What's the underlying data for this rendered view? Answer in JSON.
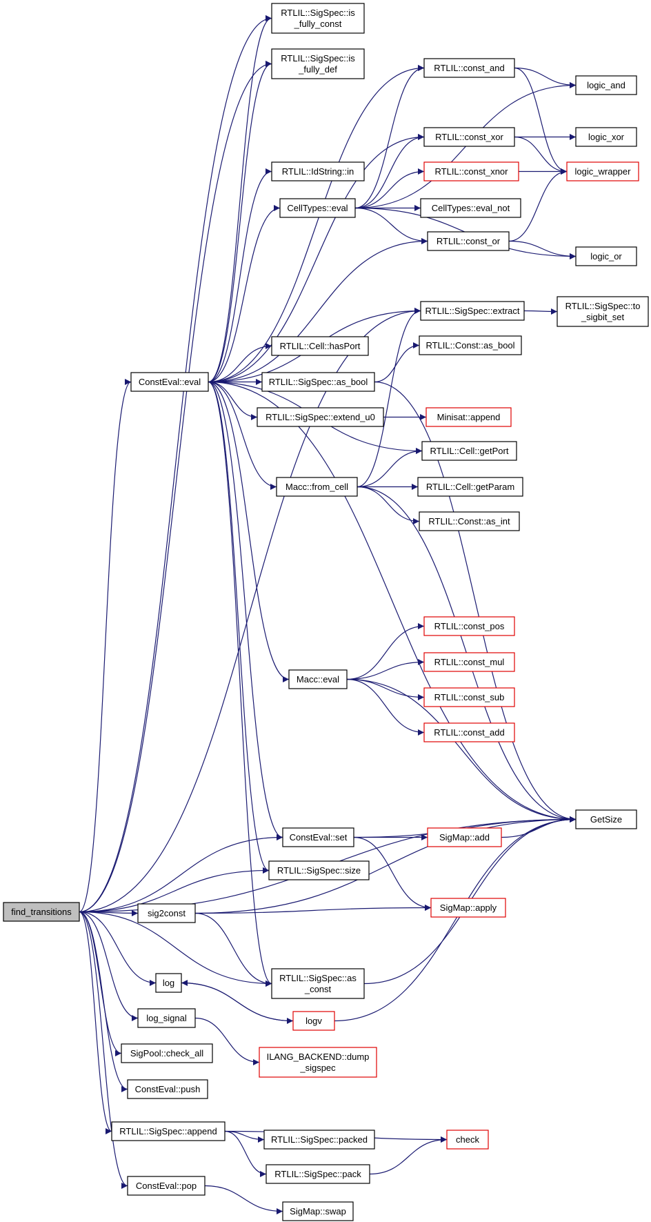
{
  "nodes": [
    {
      "id": "find_transitions",
      "lines": [
        "find_transitions"
      ],
      "root": true
    },
    {
      "id": "consteval_eval",
      "lines": [
        "ConstEval::eval"
      ]
    },
    {
      "id": "is_fully_const",
      "lines": [
        "RTLIL::SigSpec::is",
        "_fully_const"
      ]
    },
    {
      "id": "is_fully_def",
      "lines": [
        "RTLIL::SigSpec::is",
        "_fully_def"
      ]
    },
    {
      "id": "const_and",
      "lines": [
        "RTLIL::const_and"
      ]
    },
    {
      "id": "logic_and",
      "lines": [
        "logic_and"
      ]
    },
    {
      "id": "const_xor",
      "lines": [
        "RTLIL::const_xor"
      ]
    },
    {
      "id": "logic_xor",
      "lines": [
        "logic_xor"
      ]
    },
    {
      "id": "idstring_in",
      "lines": [
        "RTLIL::IdString::in"
      ]
    },
    {
      "id": "const_xnor",
      "lines": [
        "RTLIL::const_xnor"
      ],
      "red": true
    },
    {
      "id": "logic_wrapper",
      "lines": [
        "logic_wrapper"
      ],
      "red": true
    },
    {
      "id": "celltypes_eval",
      "lines": [
        "CellTypes::eval"
      ]
    },
    {
      "id": "celltypes_eval_not",
      "lines": [
        "CellTypes::eval_not"
      ]
    },
    {
      "id": "const_or",
      "lines": [
        "RTLIL::const_or"
      ]
    },
    {
      "id": "logic_or",
      "lines": [
        "logic_or"
      ]
    },
    {
      "id": "sigspec_extract",
      "lines": [
        "RTLIL::SigSpec::extract"
      ]
    },
    {
      "id": "to_sigbit_set",
      "lines": [
        "RTLIL::SigSpec::to",
        "_sigbit_set"
      ]
    },
    {
      "id": "cell_hasport",
      "lines": [
        "RTLIL::Cell::hasPort"
      ]
    },
    {
      "id": "const_as_bool",
      "lines": [
        "RTLIL::Const::as_bool"
      ]
    },
    {
      "id": "sigspec_as_bool",
      "lines": [
        "RTLIL::SigSpec::as_bool"
      ]
    },
    {
      "id": "sigspec_extend_u0",
      "lines": [
        "RTLIL::SigSpec::extend_u0"
      ]
    },
    {
      "id": "minisat_append",
      "lines": [
        "Minisat::append"
      ],
      "red": true
    },
    {
      "id": "cell_getport",
      "lines": [
        "RTLIL::Cell::getPort"
      ]
    },
    {
      "id": "macc_from_cell",
      "lines": [
        "Macc::from_cell"
      ]
    },
    {
      "id": "cell_getparam",
      "lines": [
        "RTLIL::Cell::getParam"
      ]
    },
    {
      "id": "const_as_int",
      "lines": [
        "RTLIL::Const::as_int"
      ]
    },
    {
      "id": "const_pos",
      "lines": [
        "RTLIL::const_pos"
      ],
      "red": true
    },
    {
      "id": "const_mul",
      "lines": [
        "RTLIL::const_mul"
      ],
      "red": true
    },
    {
      "id": "macc_eval",
      "lines": [
        "Macc::eval"
      ]
    },
    {
      "id": "const_sub",
      "lines": [
        "RTLIL::const_sub"
      ],
      "red": true
    },
    {
      "id": "const_add",
      "lines": [
        "RTLIL::const_add"
      ],
      "red": true
    },
    {
      "id": "getsize",
      "lines": [
        "GetSize"
      ]
    },
    {
      "id": "consteval_set",
      "lines": [
        "ConstEval::set"
      ]
    },
    {
      "id": "sigmap_add",
      "lines": [
        "SigMap::add"
      ],
      "red": true
    },
    {
      "id": "sigspec_size",
      "lines": [
        "RTLIL::SigSpec::size"
      ]
    },
    {
      "id": "sig2const",
      "lines": [
        "sig2const"
      ]
    },
    {
      "id": "sigmap_apply",
      "lines": [
        "SigMap::apply"
      ],
      "red": true
    },
    {
      "id": "sigspec_as_const",
      "lines": [
        "RTLIL::SigSpec::as",
        "_const"
      ]
    },
    {
      "id": "log",
      "lines": [
        "log"
      ]
    },
    {
      "id": "logv",
      "lines": [
        "logv"
      ],
      "red": true
    },
    {
      "id": "log_signal",
      "lines": [
        "log_signal"
      ]
    },
    {
      "id": "ilang_dump_sigspec",
      "lines": [
        "ILANG_BACKEND::dump",
        "_sigspec"
      ],
      "red": true
    },
    {
      "id": "sigpool_check_all",
      "lines": [
        "SigPool::check_all"
      ]
    },
    {
      "id": "consteval_push",
      "lines": [
        "ConstEval::push"
      ]
    },
    {
      "id": "sigspec_append",
      "lines": [
        "RTLIL::SigSpec::append"
      ]
    },
    {
      "id": "check",
      "lines": [
        "check"
      ],
      "red": true
    },
    {
      "id": "sigspec_packed",
      "lines": [
        "RTLIL::SigSpec::packed"
      ]
    },
    {
      "id": "sigspec_pack",
      "lines": [
        "RTLIL::SigSpec::pack"
      ]
    },
    {
      "id": "consteval_pop",
      "lines": [
        "ConstEval::pop"
      ]
    },
    {
      "id": "sigmap_swap",
      "lines": [
        "SigMap::swap"
      ]
    }
  ],
  "edges": [
    [
      "find_transitions",
      "is_fully_const"
    ],
    [
      "find_transitions",
      "is_fully_def"
    ],
    [
      "find_transitions",
      "sigspec_extract"
    ],
    [
      "find_transitions",
      "consteval_eval"
    ],
    [
      "find_transitions",
      "getsize"
    ],
    [
      "find_transitions",
      "consteval_set"
    ],
    [
      "find_transitions",
      "sigspec_size"
    ],
    [
      "find_transitions",
      "sig2const"
    ],
    [
      "find_transitions",
      "sigspec_as_const"
    ],
    [
      "find_transitions",
      "log"
    ],
    [
      "find_transitions",
      "log_signal"
    ],
    [
      "find_transitions",
      "sigpool_check_all"
    ],
    [
      "find_transitions",
      "consteval_push"
    ],
    [
      "find_transitions",
      "sigspec_append"
    ],
    [
      "find_transitions",
      "consteval_pop"
    ],
    [
      "consteval_eval",
      "is_fully_const"
    ],
    [
      "consteval_eval",
      "is_fully_def"
    ],
    [
      "consteval_eval",
      "const_and"
    ],
    [
      "consteval_eval",
      "const_xor"
    ],
    [
      "consteval_eval",
      "idstring_in"
    ],
    [
      "consteval_eval",
      "celltypes_eval"
    ],
    [
      "consteval_eval",
      "const_or"
    ],
    [
      "consteval_eval",
      "sigspec_extract"
    ],
    [
      "consteval_eval",
      "cell_hasport"
    ],
    [
      "consteval_eval",
      "sigspec_as_bool"
    ],
    [
      "consteval_eval",
      "sigspec_extend_u0"
    ],
    [
      "consteval_eval",
      "cell_getport"
    ],
    [
      "consteval_eval",
      "macc_from_cell"
    ],
    [
      "consteval_eval",
      "getsize"
    ],
    [
      "consteval_eval",
      "macc_eval"
    ],
    [
      "consteval_eval",
      "consteval_set"
    ],
    [
      "consteval_eval",
      "sigspec_size"
    ],
    [
      "consteval_eval",
      "sigspec_as_const"
    ],
    [
      "const_and",
      "logic_and"
    ],
    [
      "const_and",
      "logic_wrapper"
    ],
    [
      "const_xor",
      "logic_xor"
    ],
    [
      "const_xor",
      "logic_wrapper"
    ],
    [
      "const_xnor",
      "logic_wrapper"
    ],
    [
      "celltypes_eval",
      "const_and"
    ],
    [
      "celltypes_eval",
      "logic_and"
    ],
    [
      "celltypes_eval",
      "const_xor"
    ],
    [
      "celltypes_eval",
      "const_xnor"
    ],
    [
      "celltypes_eval",
      "celltypes_eval_not"
    ],
    [
      "celltypes_eval",
      "const_or"
    ],
    [
      "celltypes_eval",
      "logic_or"
    ],
    [
      "const_or",
      "logic_wrapper"
    ],
    [
      "const_or",
      "logic_or"
    ],
    [
      "sigspec_extract",
      "to_sigbit_set"
    ],
    [
      "sigspec_as_bool",
      "const_as_bool"
    ],
    [
      "sigspec_as_bool",
      "getsize"
    ],
    [
      "sigspec_extend_u0",
      "minisat_append"
    ],
    [
      "macc_from_cell",
      "sigspec_extract"
    ],
    [
      "macc_from_cell",
      "cell_getport"
    ],
    [
      "macc_from_cell",
      "cell_getparam"
    ],
    [
      "macc_from_cell",
      "const_as_int"
    ],
    [
      "macc_from_cell",
      "getsize"
    ],
    [
      "macc_eval",
      "const_pos"
    ],
    [
      "macc_eval",
      "const_mul"
    ],
    [
      "macc_eval",
      "const_sub"
    ],
    [
      "macc_eval",
      "const_add"
    ],
    [
      "macc_eval",
      "getsize"
    ],
    [
      "consteval_set",
      "sigmap_add"
    ],
    [
      "consteval_set",
      "getsize"
    ],
    [
      "consteval_set",
      "sigmap_apply"
    ],
    [
      "sigmap_add",
      "getsize"
    ],
    [
      "sig2const",
      "sigmap_apply"
    ],
    [
      "sig2const",
      "getsize"
    ],
    [
      "sig2const",
      "sigspec_as_const"
    ],
    [
      "sigspec_as_const",
      "getsize"
    ],
    [
      "log",
      "logv"
    ],
    [
      "logv",
      "log"
    ],
    [
      "logv",
      "getsize"
    ],
    [
      "log_signal",
      "ilang_dump_sigspec"
    ],
    [
      "sigspec_append",
      "check"
    ],
    [
      "sigspec_append",
      "sigspec_packed"
    ],
    [
      "sigspec_append",
      "sigspec_pack"
    ],
    [
      "sigspec_pack",
      "check"
    ],
    [
      "consteval_pop",
      "sigmap_swap"
    ]
  ]
}
